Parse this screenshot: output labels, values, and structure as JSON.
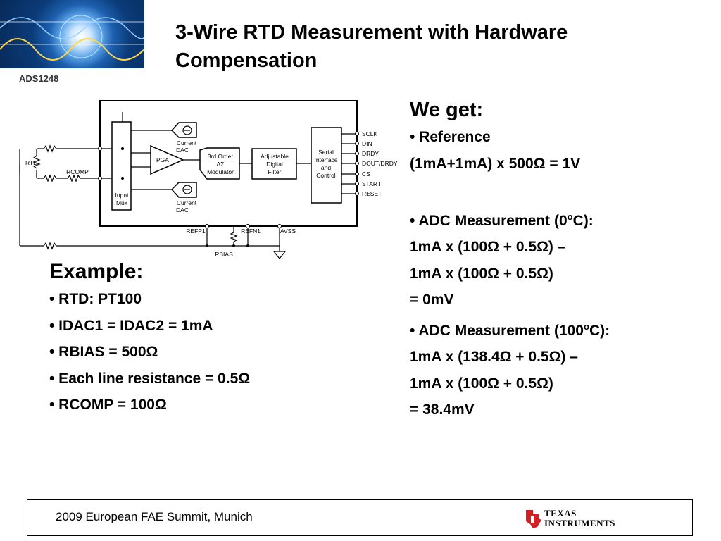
{
  "header": {
    "product_name": "ADS1248",
    "title_line1": "3-Wire RTD Measurement with Hardware",
    "title_line2": "Compensation"
  },
  "diagram": {
    "labels": {
      "rtd": "RTD",
      "rcomp": "RCOMP",
      "input_mux_1": "Input",
      "input_mux_2": "Mux",
      "current_dac_top_1": "Current",
      "current_dac_top_2": "DAC",
      "current_dac_bottom_1": "Current",
      "current_dac_bottom_2": "DAC",
      "pga": "PGA",
      "modulator_1": "3rd Order",
      "modulator_2": "ΔΣ",
      "modulator_3": "Modulator",
      "filter_1": "Adjustable",
      "filter_2": "Digital",
      "filter_3": "Filter",
      "serial_1": "Serial",
      "serial_2": "Interface",
      "serial_3": "and",
      "serial_4": "Control",
      "refp1": "REFP1",
      "refn1": "REFN1",
      "avss": "AVSS",
      "rbias": "RBIAS"
    },
    "pins": [
      "SCLK",
      "DIN",
      "DRDY",
      "DOUT/DRDY",
      "CS",
      "START",
      "RESET"
    ]
  },
  "right": {
    "heading": "We get:",
    "l1": "• Reference",
    "l2": "(1mA+1mA) x 500Ω = 1V",
    "l4": "• ADC Measurement (0",
    "l4_sup": "o",
    "l4_end": "C):",
    "l5": "1mA x (100Ω + 0.5Ω) –",
    "l6": "1mA x (100Ω + 0.5Ω)",
    "l7": "= 0mV",
    "l8": "• ADC Measurement (100",
    "l8_sup": "o",
    "l8_end": "C):",
    "l9": "1mA x (138.4Ω + 0.5Ω) –",
    "l10": "1mA x (100Ω + 0.5Ω)",
    "l11": "= 38.4mV"
  },
  "left": {
    "heading": "Example:",
    "items": [
      "• RTD: PT100",
      "• IDAC1 = IDAC2 = 1mA",
      "• RBIAS = 500Ω",
      "• Each line resistance = 0.5Ω",
      "• RCOMP = 100Ω"
    ]
  },
  "footer": {
    "text": "2009 European FAE Summit, Munich",
    "logo_line1": "TEXAS",
    "logo_line2": "INSTRUMENTS"
  },
  "colors": {
    "ti_red": "#d32027",
    "logo_blue": "#1d5fae"
  }
}
